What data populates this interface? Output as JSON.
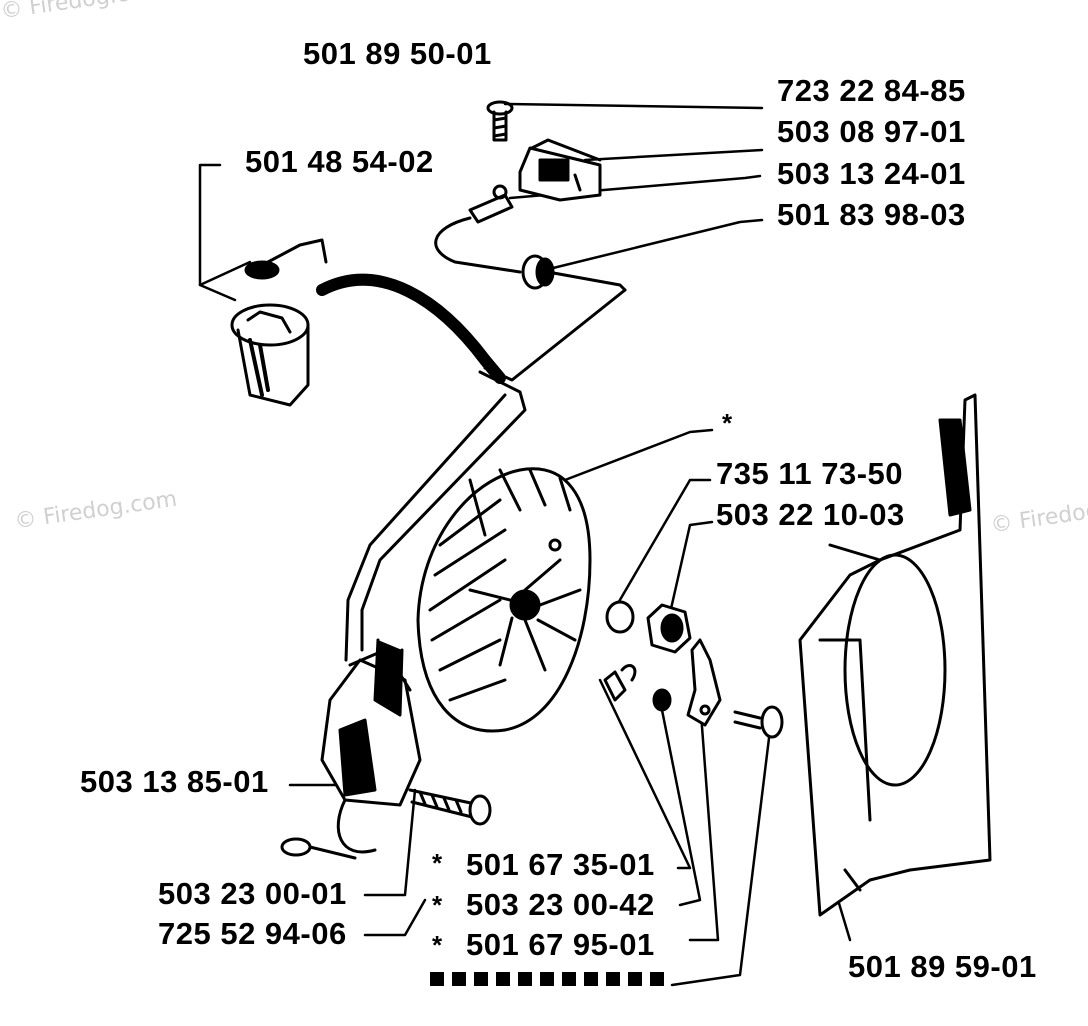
{
  "watermark": "© Firedog.com",
  "asterisk": "*",
  "labels": {
    "part_top": "501 89 50-01",
    "part_cap": "501 48 54-02",
    "part_screw_top": "723 22 84-85",
    "part_switch": "503 08 97-01",
    "part_connector": "503 13 24-01",
    "part_grommet": "501 83 98-03",
    "part_washer": "735 11 73-50",
    "part_nut": "503 22 10-03",
    "part_module": "503 13 85-01",
    "part_module_screw": "503 23 00-01",
    "part_bolt": "725 52 94-06",
    "part_spring": "501 67 35-01",
    "part_small_nut": "503 23 00-42",
    "part_pawl": "501 67 95-01",
    "part_cover": "501 89 59-01"
  }
}
